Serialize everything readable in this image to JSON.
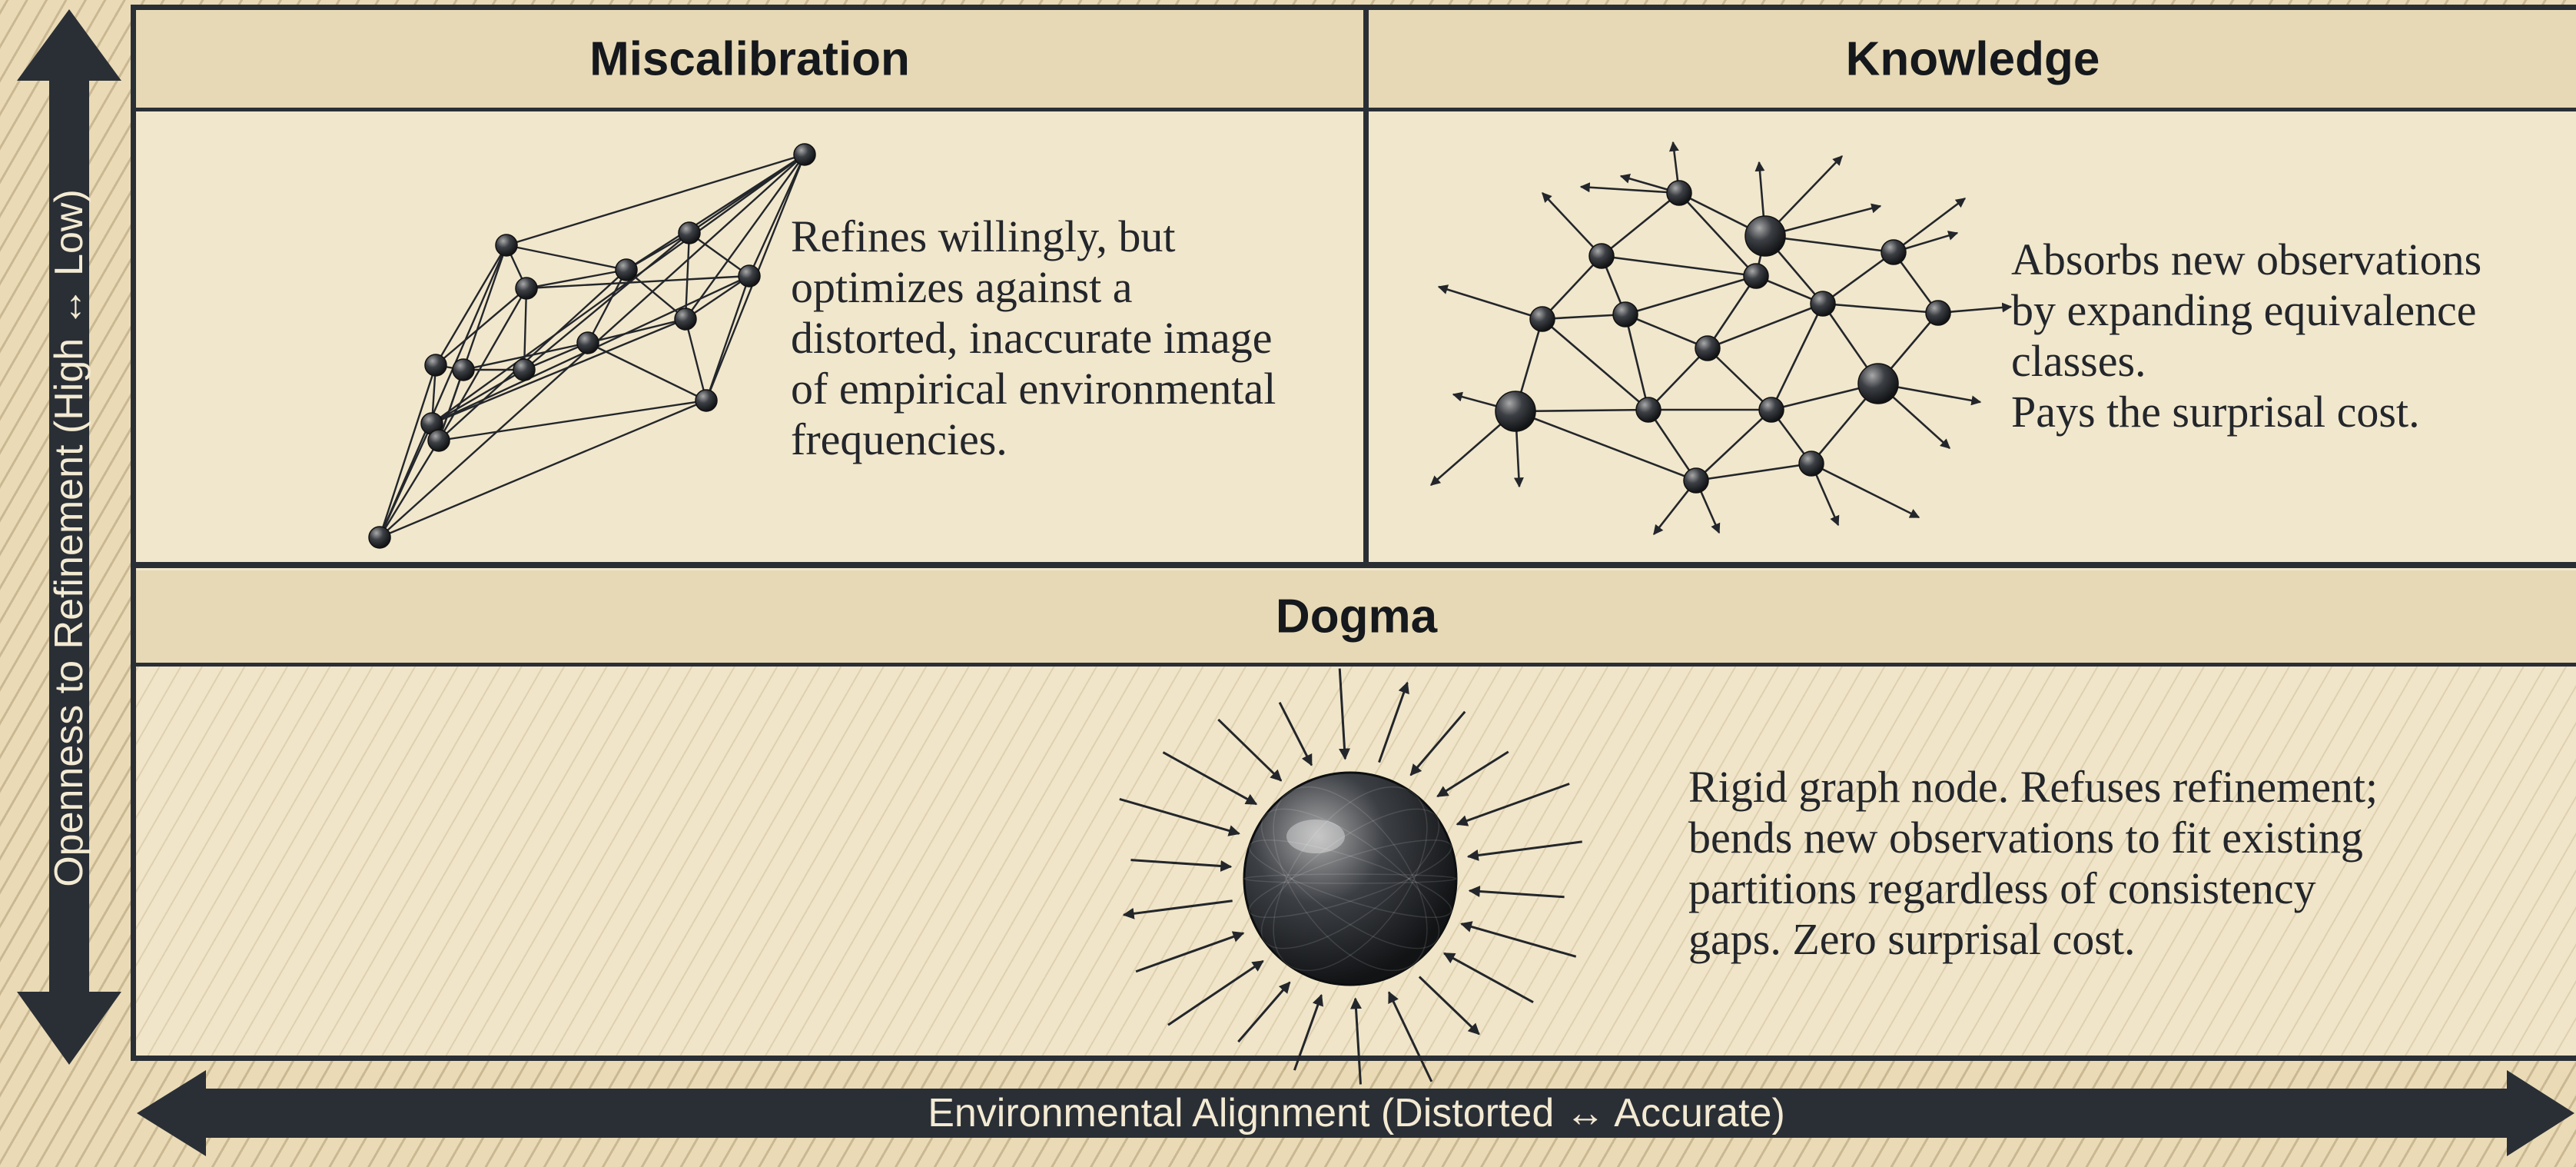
{
  "axes": {
    "y_label": "Openness to Refinement (High ↔ Low)",
    "x_label": "Environmental Alignment (Distorted ↔ Accurate)"
  },
  "quadrants": {
    "miscalibration": {
      "title": "Miscalibration",
      "lines": [
        "Refines willingly, but",
        "optimizes against a",
        "distorted, inaccurate image",
        "of empirical environmental",
        "frequencies."
      ]
    },
    "knowledge": {
      "title": "Knowledge",
      "lines": [
        "Absorbs new observations",
        "by expanding equivalence",
        "classes.",
        "Pays the surprisal cost."
      ]
    },
    "dogma": {
      "title": "Dogma",
      "lines": [
        "Rigid graph node. Refuses refinement;",
        "bends new observations to fit existing",
        "partitions regardless of consistency",
        "gaps. Zero surprisal cost."
      ]
    }
  },
  "colors": {
    "frame": "#2a2f36",
    "paper": "#f1e7cc",
    "header": "#e7d9b5",
    "ink": "#23262b"
  }
}
